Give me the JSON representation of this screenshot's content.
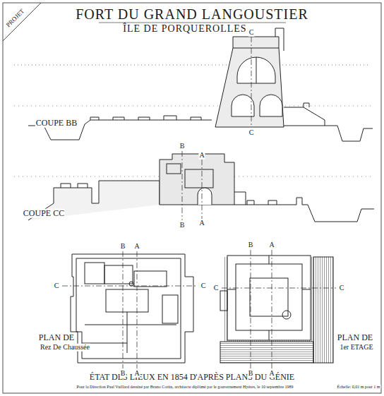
{
  "diagram": {
    "title": "FORT DU GRAND LANGOUSTIER",
    "caption": "ÉTAT DES LIEUX EN 1854 D'APRÈS PLANS DU GÉNIE",
    "labels": [
      "ÎLE DE PORQUEROLLES",
      "PROJET",
      "COUPE BB",
      "C",
      "C",
      "COUPE CC",
      "B",
      "A",
      "B",
      "A",
      "PLAN DE",
      "Rez De Chaussée",
      "B",
      "A",
      "C",
      "C",
      "B",
      "A",
      "PLAN DE",
      "1er ETAGE",
      "B",
      "A",
      "C",
      "C",
      "B",
      "A",
      "Pour la Direction Paul Vuillard   dessiné par Bruno Cottin, architecte diplômé par le gouvernement   Hyères, le 10 septembre 1989",
      "Échelle: 0,01 m pour 1 m"
    ]
  }
}
